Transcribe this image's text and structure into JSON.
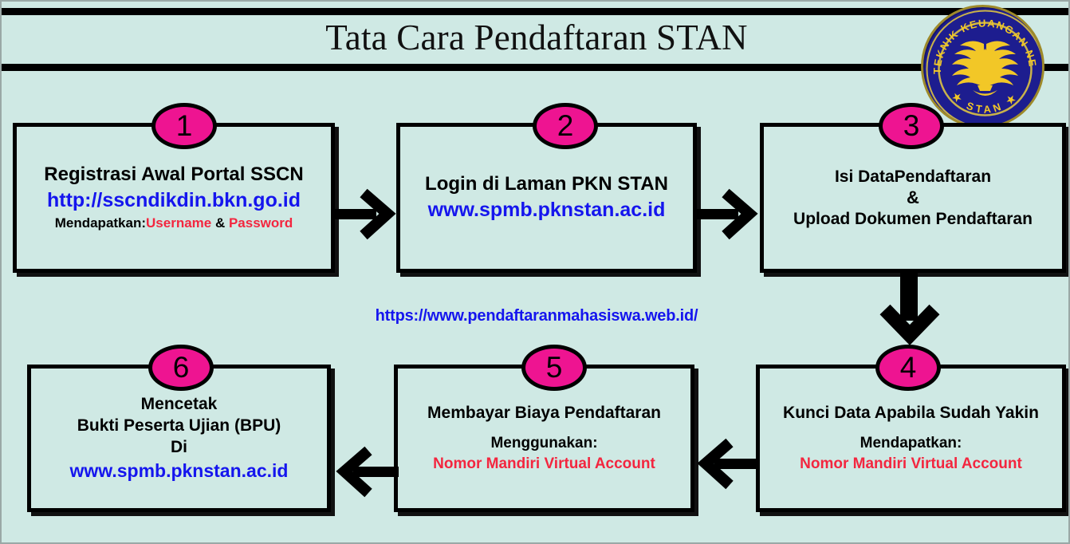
{
  "header": {
    "title": "Tata Cara Pendaftaran STAN",
    "logo": {
      "name": "pkn-stan-logo",
      "arc_text_top": "POLITEKNIK KEUANGAN NEGARA",
      "arc_text_bottom": "STAN",
      "colors": {
        "field": "#1d1d8f",
        "emblem": "#f2c727",
        "ring": "#9e8a2a"
      }
    }
  },
  "watermark": {
    "url": "https://www.pendaftaranmahasiswa.web.id/"
  },
  "colors": {
    "background": "#cfe9e4",
    "badge": "#ee1491",
    "link": "#1515ee",
    "highlight": "#f3263f",
    "outline": "#000000"
  },
  "diagram": {
    "type": "flowchart",
    "steps": [
      {
        "number": "1",
        "lines": [
          {
            "text": "Registrasi Awal Portal SSCN",
            "style": "title"
          },
          {
            "text": "http://sscndikdin.bkn.go.id",
            "style": "url"
          }
        ],
        "footer": {
          "label": "Mendapatkan:",
          "value_1": "Username",
          "separator": " & ",
          "value_2": "Password"
        }
      },
      {
        "number": "2",
        "lines": [
          {
            "text": "Login di Laman PKN STAN",
            "style": "title"
          },
          {
            "text": "www.spmb.pknstan.ac.id",
            "style": "url"
          }
        ]
      },
      {
        "number": "3",
        "lines": [
          {
            "text": "Isi DataPendaftaran",
            "style": "title-sm"
          },
          {
            "text": "&",
            "style": "amp"
          },
          {
            "text": "Upload Dokumen Pendaftaran",
            "style": "title-sm"
          }
        ]
      },
      {
        "number": "4",
        "lines": [
          {
            "text": "Kunci Data Apabila Sudah Yakin",
            "style": "title-sm"
          },
          {
            "text": "Mendapatkan:",
            "style": "sub2"
          },
          {
            "text": "Nomor Mandiri Virtual Account",
            "style": "sub2-red"
          }
        ]
      },
      {
        "number": "5",
        "lines": [
          {
            "text": "Membayar Biaya Pendaftaran",
            "style": "title-sm"
          },
          {
            "text": "Menggunakan:",
            "style": "sub2"
          },
          {
            "text": "Nomor Mandiri Virtual Account",
            "style": "sub2-red"
          }
        ]
      },
      {
        "number": "6",
        "lines": [
          {
            "text": "Mencetak",
            "style": "title-sm"
          },
          {
            "text": "Bukti Peserta Ujian (BPU)",
            "style": "title-sm"
          },
          {
            "text": "Di",
            "style": "title-sm"
          },
          {
            "text": "www.spmb.pknstan.ac.id",
            "style": "url-sm"
          }
        ]
      }
    ],
    "connectors": [
      {
        "name": "arrow-1-to-2",
        "direction": "right"
      },
      {
        "name": "arrow-2-to-3",
        "direction": "right"
      },
      {
        "name": "arrow-3-to-4",
        "direction": "down"
      },
      {
        "name": "arrow-4-to-5",
        "direction": "left"
      },
      {
        "name": "arrow-5-to-6",
        "direction": "left"
      }
    ]
  }
}
